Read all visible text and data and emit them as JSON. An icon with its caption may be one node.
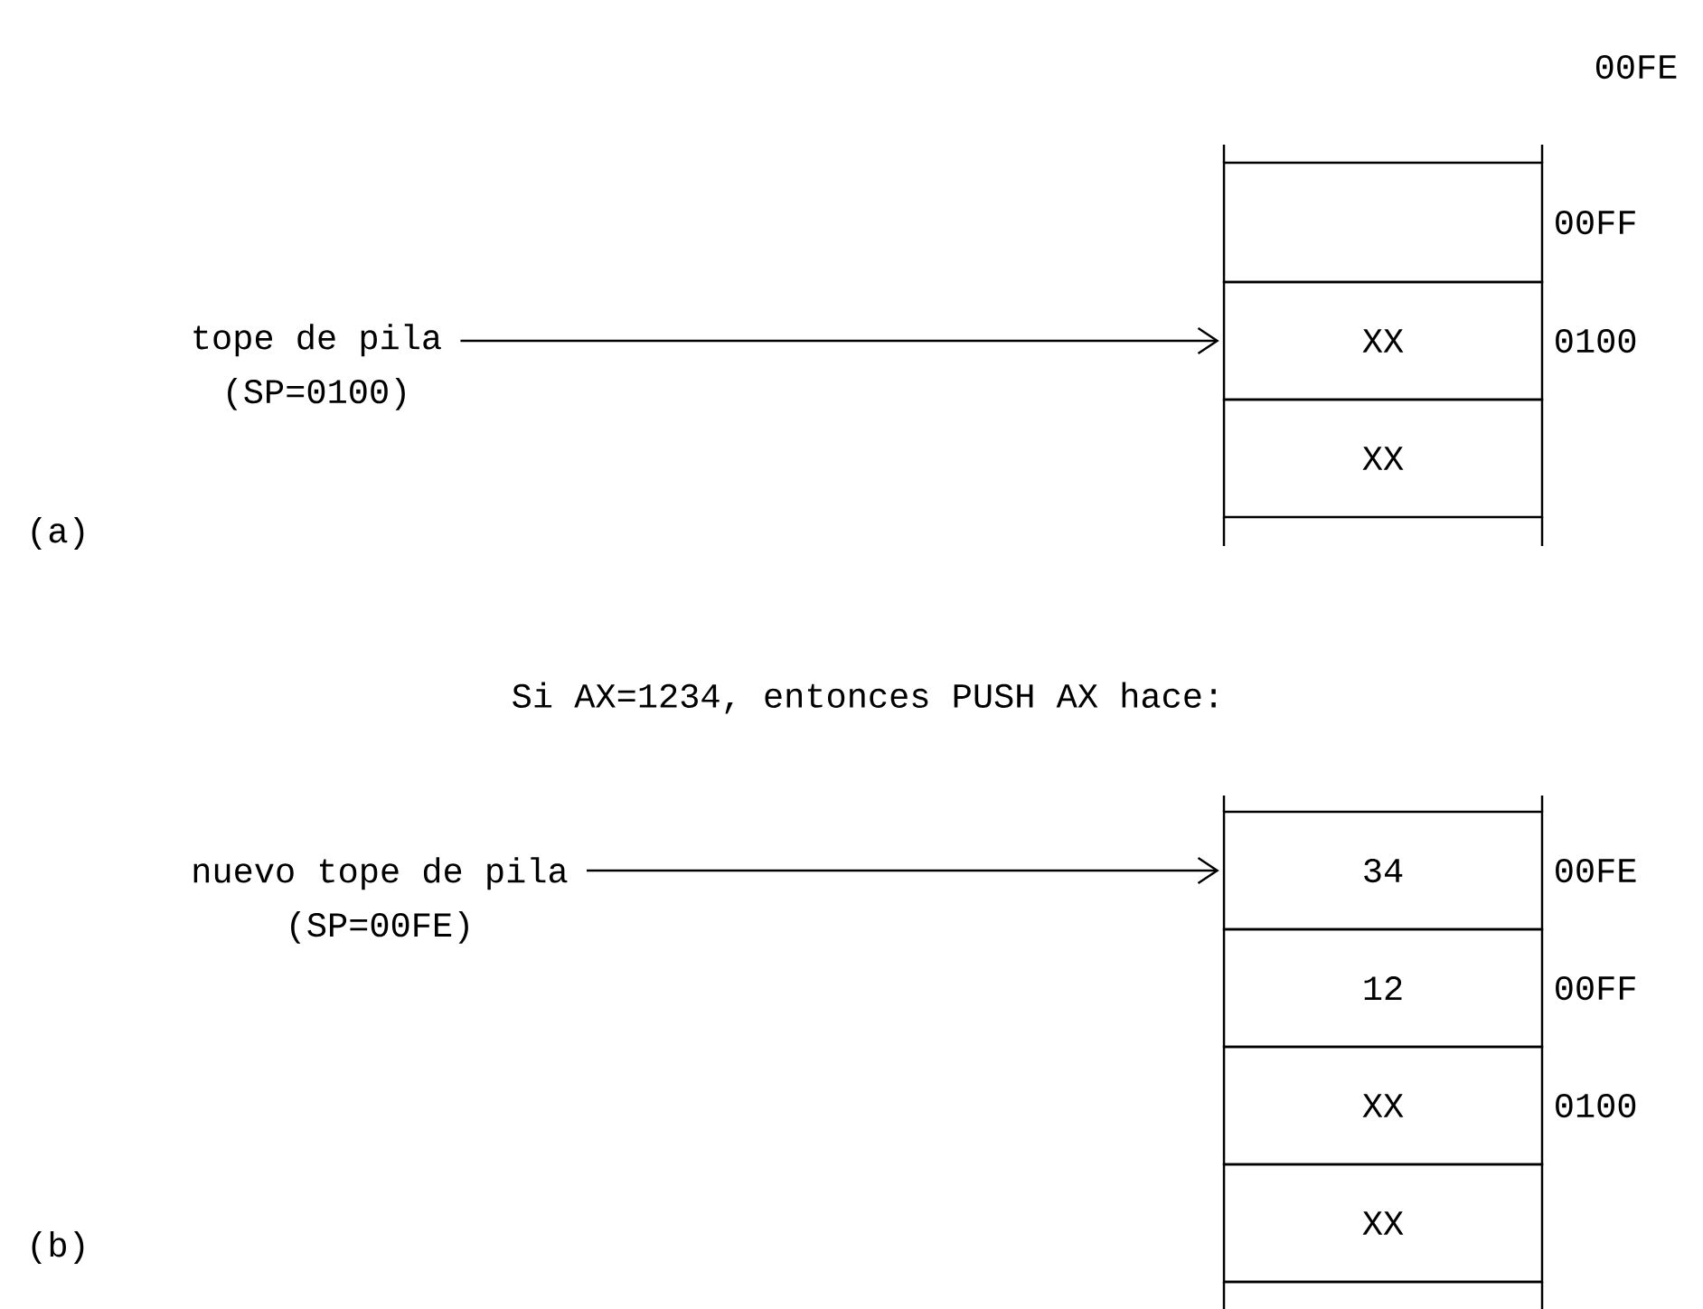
{
  "diagram": {
    "nodes": [
      {
        "text": [
          "tope de pila",
          "(SP=0100)"
        ]
      },
      {
        "text": [],
        "shape": "box",
        "beside": [
          "00FF"
        ]
      },
      {
        "text": [
          "XX"
        ],
        "beside": [
          "0100"
        ]
      },
      {
        "text": [
          "XX"
        ]
      },
      {
        "text": [
          "nuevo tope de pila",
          "(SP=00FE)"
        ]
      },
      {
        "text": [
          "34"
        ],
        "beside": [
          "00FE"
        ]
      },
      {
        "text": [
          "12"
        ],
        "beside": [
          "00FF"
        ]
      },
      {
        "text": [
          "XX"
        ],
        "beside": [
          "0100"
        ]
      },
      {
        "text": [
          "XX"
        ]
      }
    ],
    "edges": [
      {
        "from": 0,
        "to": 2,
        "arrow": "to"
      },
      {
        "from": 4,
        "to": 5,
        "arrow": "to"
      }
    ],
    "labels": [
      "00FE",
      "(a)",
      "Si AX=1234, entonces PUSH AX hace:",
      "(b)"
    ]
  }
}
